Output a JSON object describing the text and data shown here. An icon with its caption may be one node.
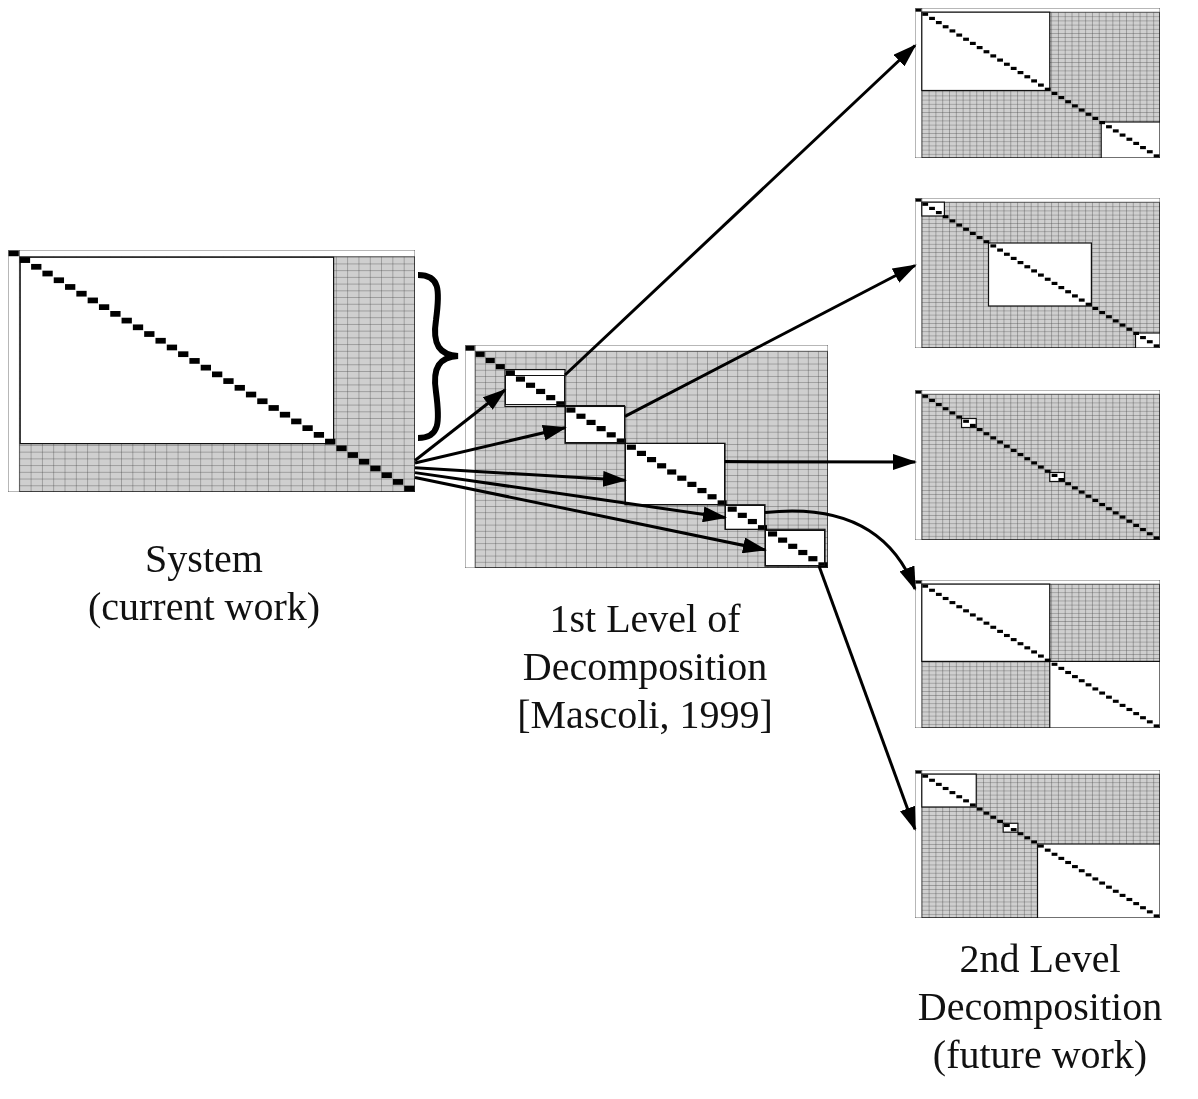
{
  "diagram": {
    "nodes": [
      {
        "text": [],
        "shape": "picture",
        "beside": [
          "System (current work)"
        ]
      },
      {
        "text": [],
        "shape": "picture",
        "beside": [
          "1st Level of Decomposition [Mascoli, 1999]"
        ]
      },
      {
        "text": [],
        "shape": "box",
        "in": 1
      },
      {
        "text": [],
        "shape": "box",
        "in": 1
      },
      {
        "text": [],
        "shape": "box",
        "in": 1
      },
      {
        "text": [],
        "shape": "box",
        "in": 1
      },
      {
        "text": [],
        "shape": "box",
        "in": 1
      },
      {
        "text": [],
        "shape": "picture"
      },
      {
        "text": [],
        "shape": "picture"
      },
      {
        "text": [],
        "shape": "picture"
      },
      {
        "text": [],
        "shape": "picture"
      },
      {
        "text": [],
        "shape": "picture",
        "beside": [
          "2nd Level Decomposition (future work)"
        ]
      }
    ],
    "edges": [
      {
        "from": 0,
        "to": 2,
        "arrow": "to"
      },
      {
        "from": 0,
        "to": 3,
        "arrow": "to"
      },
      {
        "from": 0,
        "to": 4,
        "arrow": "to"
      },
      {
        "from": 0,
        "to": 5,
        "arrow": "to"
      },
      {
        "from": 0,
        "to": 6,
        "arrow": "to"
      },
      {
        "from": 2,
        "to": 7,
        "arrow": "to"
      },
      {
        "from": 3,
        "to": 8,
        "arrow": "to"
      },
      {
        "from": 4,
        "to": 9,
        "arrow": "to"
      },
      {
        "from": 5,
        "to": 10,
        "arrow": "to"
      },
      {
        "from": 6,
        "to": 11,
        "arrow": "to"
      }
    ]
  }
}
